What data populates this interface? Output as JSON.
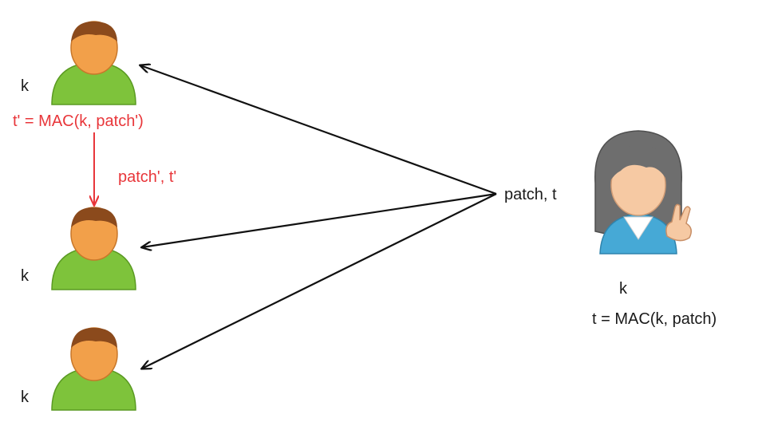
{
  "users": {
    "top": {
      "key_label": "k"
    },
    "middle": {
      "key_label": "k"
    },
    "bottom": {
      "key_label": "k"
    }
  },
  "forged_tag_label": "t' = MAC(k, patch')",
  "forged_message_label": "patch', t'",
  "broadcast_label": "patch, t",
  "sender": {
    "key_label": "k",
    "tag_label": "t = MAC(k, patch)"
  },
  "colors": {
    "arrow": "#111111",
    "forgery": "#e8363a",
    "user_body": "#7ec33b",
    "user_head": "#f2a04a",
    "user_hair": "#8b4a1c",
    "sender_hair": "#6e6e6e",
    "sender_shirt": "#46a9d6",
    "sender_skin": "#f6c9a3"
  },
  "icons": {
    "user": "male-user-icon",
    "sender": "female-user-victory-icon"
  }
}
